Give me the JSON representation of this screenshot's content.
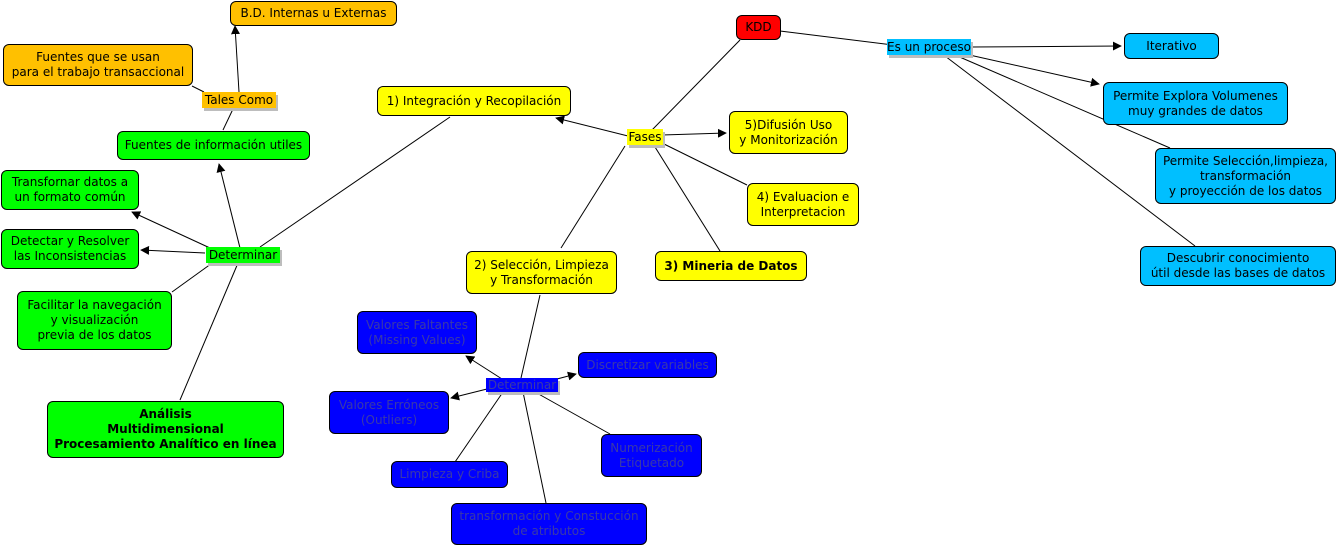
{
  "colors": {
    "yellow": "#ffff00",
    "orange": "#ffc000",
    "green": "#00ff00",
    "blue": "#0000ff",
    "cyan": "#00bfff",
    "red": "#ff0000"
  },
  "nodes": {
    "kdd": "KDD",
    "integracion": "1) Integración y Recopilación",
    "seleccion": "2) Selección, Limpieza\ny Transformación",
    "mineria": "3) Mineria de Datos",
    "evaluacion": "4) Evaluacion e\nInterpretacion",
    "difusion": "5)Difusión Uso\ny Monitorización",
    "iterativo": "Iterativo",
    "explora": "Permite Explora Volumenes\nmuy grandes de datos",
    "limpieza_proy": "Permite Selección,limpieza,\ntransformación\ny proyección de los datos",
    "descubrir": "Descubrir conocimiento\nútil desde las bases de datos",
    "bd": "B.D. Internas u Externas",
    "fuentes_trans": "Fuentes que se usan\npara el trabajo transaccional",
    "fuentes_utiles": "Fuentes de información utiles",
    "transformar": "Transfornar datos a\nun formato común",
    "detectar": "Detectar y Resolver\nlas Inconsistencias",
    "facilitar": "Facilitar la navegación\ny visualización\nprevia de los datos",
    "analisis": "Análisis\nMultidimensional\nProcesamiento Analítico en línea",
    "faltantes": "Valores Faltantes\n(Missing Values)",
    "erroneos": "Valores Erróneos\n(Outliers)",
    "discretizar": "Discretizar variables",
    "numerizacion": "Numerización\nEtiquetado",
    "criba": "Limpieza y Criba",
    "construccion": "transformación y Constucción\nde atributos"
  },
  "link_labels": {
    "es_un_proceso": "Es un proceso",
    "fases": "Fases",
    "tales_como": "Tales Como",
    "determinar_green": "Determinar",
    "determinar_blue": "Determinar"
  }
}
